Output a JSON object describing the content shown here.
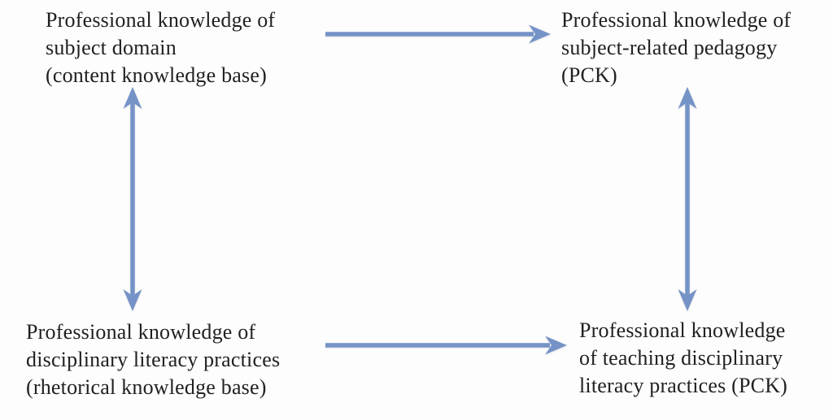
{
  "colors": {
    "arrow": "#7593c7",
    "text": "#212121",
    "background": "#fdfdfd"
  },
  "nodes": {
    "top_left": {
      "lines": [
        "Professional knowledge of",
        "subject domain",
        "(content knowledge base)"
      ]
    },
    "top_right": {
      "lines": [
        "Professional knowledge of",
        "subject-related pedagogy",
        "(PCK)"
      ]
    },
    "bottom_left": {
      "lines": [
        "Professional knowledge of",
        "disciplinary literacy practices",
        "(rhetorical knowledge base)"
      ]
    },
    "bottom_right": {
      "lines": [
        "Professional knowledge",
        "of teaching disciplinary",
        "literacy practices (PCK)"
      ]
    }
  },
  "arrows": [
    {
      "name": "top-horizontal-arrow",
      "from": "top_left",
      "to": "top_right",
      "heads": "single-right"
    },
    {
      "name": "bottom-horizontal-arrow",
      "from": "bottom_left",
      "to": "bottom_right",
      "heads": "single-right"
    },
    {
      "name": "left-vertical-arrow",
      "from": "top_left",
      "to": "bottom_left",
      "heads": "double"
    },
    {
      "name": "right-vertical-arrow",
      "from": "top_right",
      "to": "bottom_right",
      "heads": "double"
    }
  ]
}
